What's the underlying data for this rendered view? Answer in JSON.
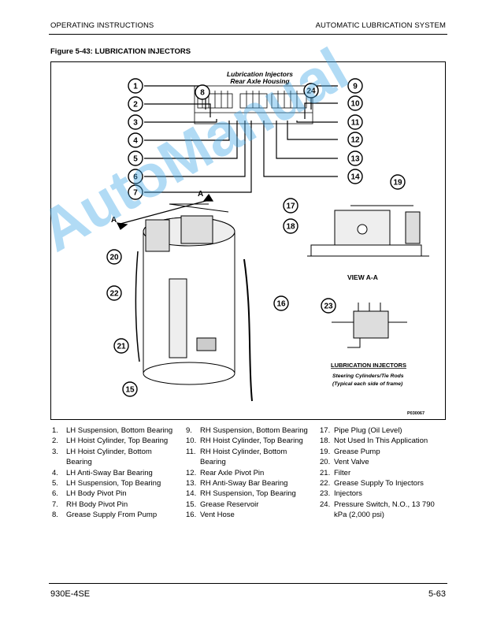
{
  "header": {
    "left": "OPERATING INSTRUCTIONS",
    "right": "AUTOMATIC LUBRICATION SYSTEM"
  },
  "figure": {
    "title": "Figure 5-43: LUBRICATION INJECTORS",
    "panel_title_1": "Lubrication Injectors",
    "panel_title_2": "Rear Axle Housing",
    "section_marker": "A",
    "view_label": "VIEW A-A",
    "inset_title": "LUBRICATION INJECTORS",
    "inset_note_1": "Steering Cylinders/Tie Rods",
    "inset_note_2": "(Typical each side of frame)",
    "code": "P030067",
    "callouts": [
      "1",
      "2",
      "3",
      "4",
      "5",
      "6",
      "7",
      "8",
      "9",
      "10",
      "11",
      "12",
      "13",
      "14",
      "15",
      "16",
      "17",
      "18",
      "19",
      "20",
      "21",
      "22",
      "23",
      "24"
    ]
  },
  "legend": {
    "col1": [
      {
        "num": "1.",
        "text": "LH Suspension, Bottom Bearing"
      },
      {
        "num": "2.",
        "text": "LH Hoist Cylinder, Top Bearing"
      },
      {
        "num": "3.",
        "text": "LH Hoist Cylinder, Bottom Bearing"
      },
      {
        "num": "4.",
        "text": "LH Anti-Sway Bar Bearing"
      },
      {
        "num": "5.",
        "text": "LH Suspension, Top Bearing"
      },
      {
        "num": "6.",
        "text": "LH Body Pivot Pin"
      },
      {
        "num": "7.",
        "text": "RH Body Pivot Pin"
      },
      {
        "num": "8.",
        "text": "Grease Supply From Pump"
      }
    ],
    "col2": [
      {
        "num": "9.",
        "text": "RH Suspension, Bottom Bearing"
      },
      {
        "num": "10.",
        "text": "RH Hoist Cylinder, Top Bearing"
      },
      {
        "num": "11.",
        "text": "RH Hoist Cylinder, Bottom Bearing"
      },
      {
        "num": "12.",
        "text": "Rear Axle Pivot Pin"
      },
      {
        "num": "13.",
        "text": "RH Anti-Sway Bar Bearing"
      },
      {
        "num": "14.",
        "text": "RH Suspension, Top Bearing"
      },
      {
        "num": "15.",
        "text": "Grease Reservoir"
      },
      {
        "num": "16.",
        "text": "Vent Hose"
      }
    ],
    "col3": [
      {
        "num": "17.",
        "text": "Pipe Plug (Oil Level)"
      },
      {
        "num": "18.",
        "text": "Not Used In This Application"
      },
      {
        "num": "19.",
        "text": "Grease Pump"
      },
      {
        "num": "20.",
        "text": "Vent Valve"
      },
      {
        "num": "21.",
        "text": "Filter"
      },
      {
        "num": "22.",
        "text": "Grease Supply To Injectors"
      },
      {
        "num": "23.",
        "text": "Injectors"
      },
      {
        "num": "24.",
        "text": "Pressure Switch, N.O., 13 790 kPa (2,000 psi)"
      }
    ]
  },
  "footer": {
    "left": "930E-4SE",
    "right": "5-63"
  },
  "watermark": "AutoManual"
}
